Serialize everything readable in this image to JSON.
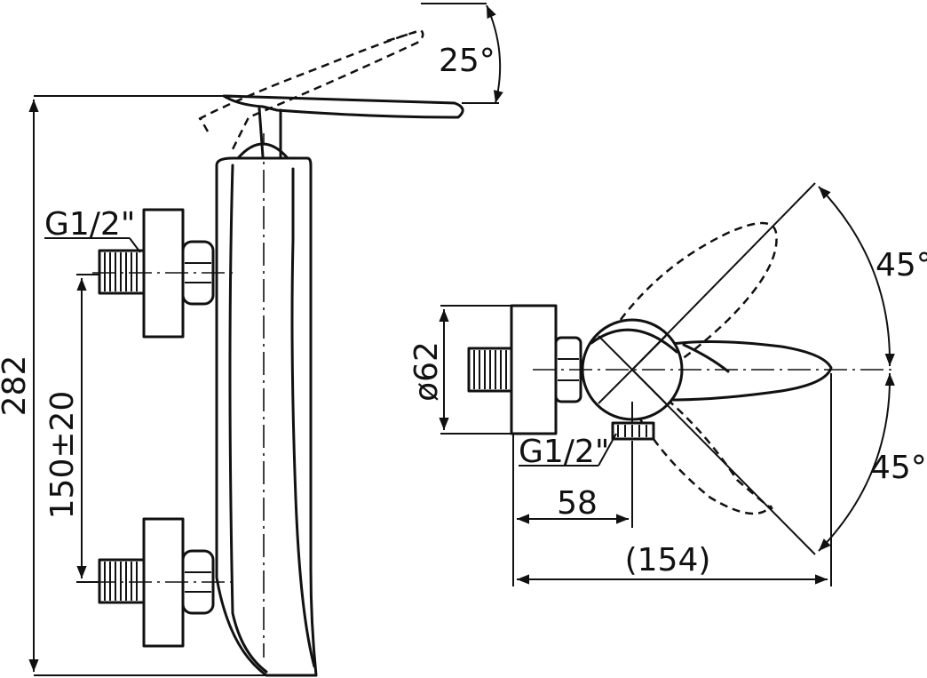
{
  "dimensions": {
    "height": "282",
    "inlet_spacing": "150±20",
    "thread_left": "G1/2\"",
    "thread_right": "G1/2\"",
    "handle_tilt": "25°",
    "rotation_up": "45°",
    "rotation_down": "45°",
    "body_diameter": "ø62",
    "depth": "58",
    "overall_depth": "(154)"
  }
}
